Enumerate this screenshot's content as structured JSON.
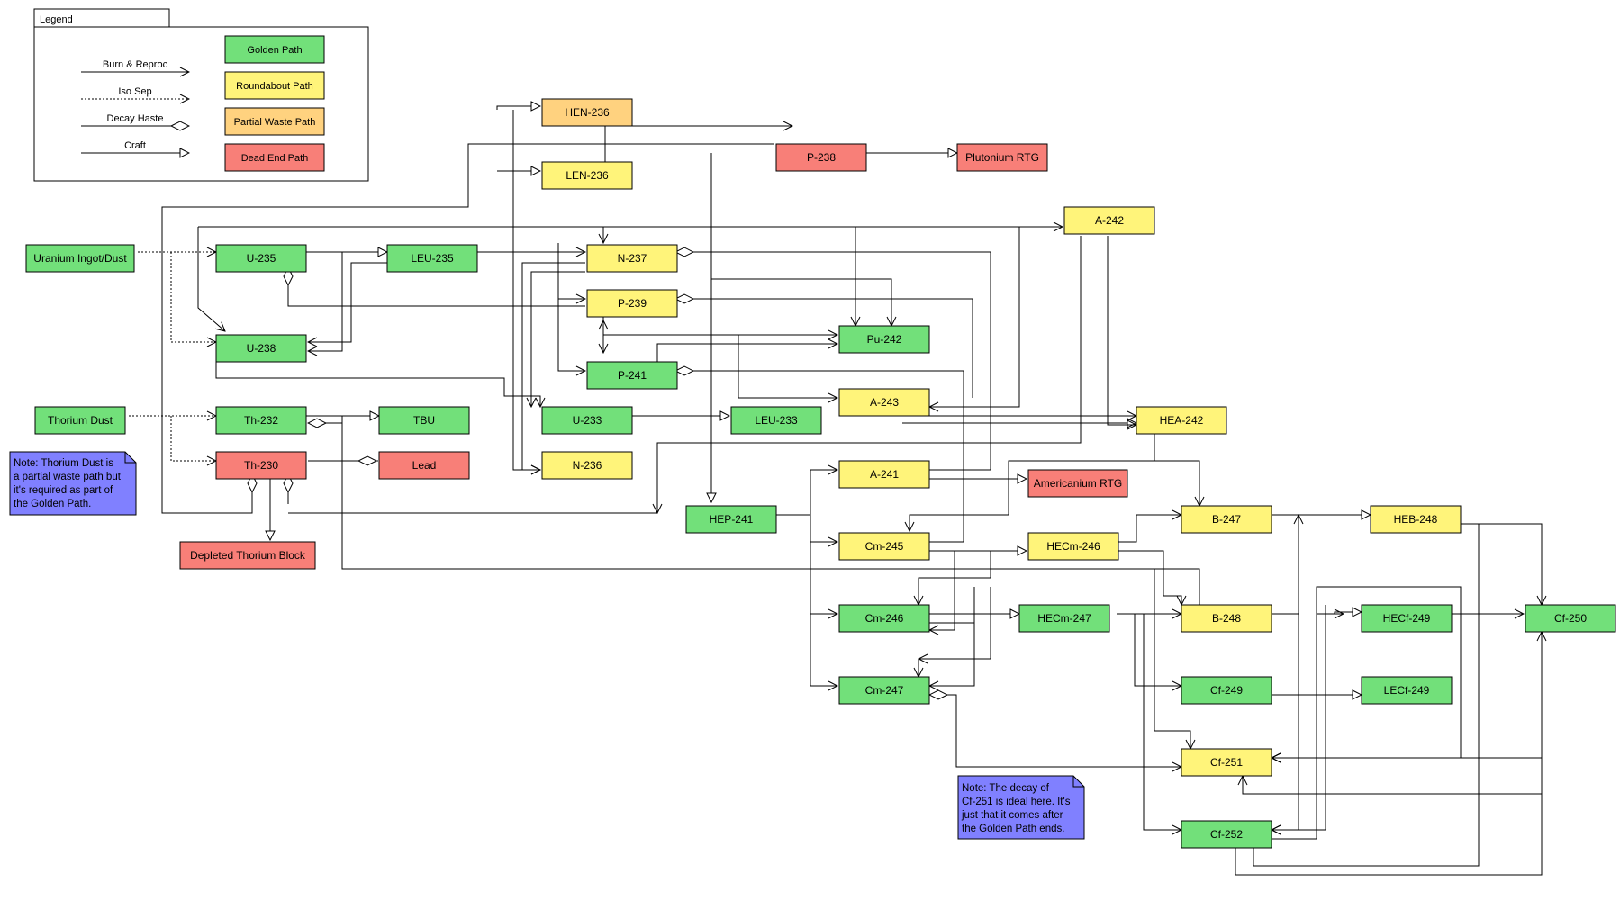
{
  "legend": {
    "title": "Legend",
    "edge_types": [
      {
        "key": "burn",
        "label": "Burn & Reproc"
      },
      {
        "key": "iso",
        "label": "Iso Sep"
      },
      {
        "key": "decay",
        "label": "Decay Haste"
      },
      {
        "key": "craft",
        "label": "Craft"
      }
    ],
    "categories": [
      {
        "key": "golden",
        "label": "Golden Path",
        "color": "#72e07a"
      },
      {
        "key": "roundabout",
        "label": "Roundabout Path",
        "color": "#fff47a"
      },
      {
        "key": "partial",
        "label": "Partial Waste Path",
        "color": "#ffd27f"
      },
      {
        "key": "dead",
        "label": "Dead End Path",
        "color": "#f87f78"
      }
    ]
  },
  "nodes": [
    {
      "id": "uranium-ingot",
      "label": "Uranium Ingot/Dust",
      "category": "golden"
    },
    {
      "id": "thorium-dust",
      "label": "Thorium Dust",
      "category": "golden"
    },
    {
      "id": "u-235",
      "label": "U-235",
      "category": "golden"
    },
    {
      "id": "u-238",
      "label": "U-238",
      "category": "golden"
    },
    {
      "id": "leu-235",
      "label": "LEU-235",
      "category": "golden"
    },
    {
      "id": "th-232",
      "label": "Th-232",
      "category": "golden"
    },
    {
      "id": "th-230",
      "label": "Th-230",
      "category": "dead"
    },
    {
      "id": "tbu",
      "label": "TBU",
      "category": "golden"
    },
    {
      "id": "lead",
      "label": "Lead",
      "category": "dead"
    },
    {
      "id": "depleted-thorium",
      "label": "Depleted Thorium Block",
      "category": "dead"
    },
    {
      "id": "hen-236",
      "label": "HEN-236",
      "category": "partial"
    },
    {
      "id": "len-236",
      "label": "LEN-236",
      "category": "roundabout"
    },
    {
      "id": "n-237",
      "label": "N-237",
      "category": "roundabout"
    },
    {
      "id": "p-239",
      "label": "P-239",
      "category": "roundabout"
    },
    {
      "id": "p-241",
      "label": "P-241",
      "category": "golden"
    },
    {
      "id": "u-233",
      "label": "U-233",
      "category": "golden"
    },
    {
      "id": "n-236",
      "label": "N-236",
      "category": "roundabout"
    },
    {
      "id": "leu-233",
      "label": "LEU-233",
      "category": "golden"
    },
    {
      "id": "hep-241",
      "label": "HEP-241",
      "category": "golden"
    },
    {
      "id": "p-238",
      "label": "P-238",
      "category": "dead"
    },
    {
      "id": "plutonium-rtg",
      "label": "Plutonium RTG",
      "category": "dead"
    },
    {
      "id": "a-242",
      "label": "A-242",
      "category": "roundabout"
    },
    {
      "id": "pu-242",
      "label": "Pu-242",
      "category": "golden"
    },
    {
      "id": "a-243",
      "label": "A-243",
      "category": "roundabout"
    },
    {
      "id": "hea-242",
      "label": "HEA-242",
      "category": "roundabout"
    },
    {
      "id": "a-241",
      "label": "A-241",
      "category": "roundabout"
    },
    {
      "id": "americanium-rtg",
      "label": "Americanium RTG",
      "category": "dead"
    },
    {
      "id": "cm-245",
      "label": "Cm-245",
      "category": "roundabout"
    },
    {
      "id": "hecm-246",
      "label": "HECm-246",
      "category": "roundabout"
    },
    {
      "id": "cm-246",
      "label": "Cm-246",
      "category": "golden"
    },
    {
      "id": "hecm-247",
      "label": "HECm-247",
      "category": "golden"
    },
    {
      "id": "cm-247",
      "label": "Cm-247",
      "category": "golden"
    },
    {
      "id": "b-247",
      "label": "B-247",
      "category": "roundabout"
    },
    {
      "id": "heb-248",
      "label": "HEB-248",
      "category": "roundabout"
    },
    {
      "id": "b-248",
      "label": "B-248",
      "category": "roundabout"
    },
    {
      "id": "hecf-249",
      "label": "HECf-249",
      "category": "golden"
    },
    {
      "id": "cf-250",
      "label": "Cf-250",
      "category": "golden"
    },
    {
      "id": "cf-249",
      "label": "Cf-249",
      "category": "golden"
    },
    {
      "id": "lecf-249",
      "label": "LECf-249",
      "category": "golden"
    },
    {
      "id": "cf-251",
      "label": "Cf-251",
      "category": "roundabout"
    },
    {
      "id": "cf-252",
      "label": "Cf-252",
      "category": "golden"
    }
  ],
  "notes": [
    {
      "id": "thorium-note",
      "lines": [
        "Note: Thorium Dust is",
        "a partial waste path but",
        "it's required as part of",
        "the Golden Path."
      ],
      "color": "#8080ff"
    },
    {
      "id": "cf251-note",
      "lines": [
        "Note: The decay of",
        "Cf-251 is ideal here. It's",
        "just that it comes after",
        "the Golden Path ends."
      ],
      "color": "#8080ff"
    }
  ]
}
